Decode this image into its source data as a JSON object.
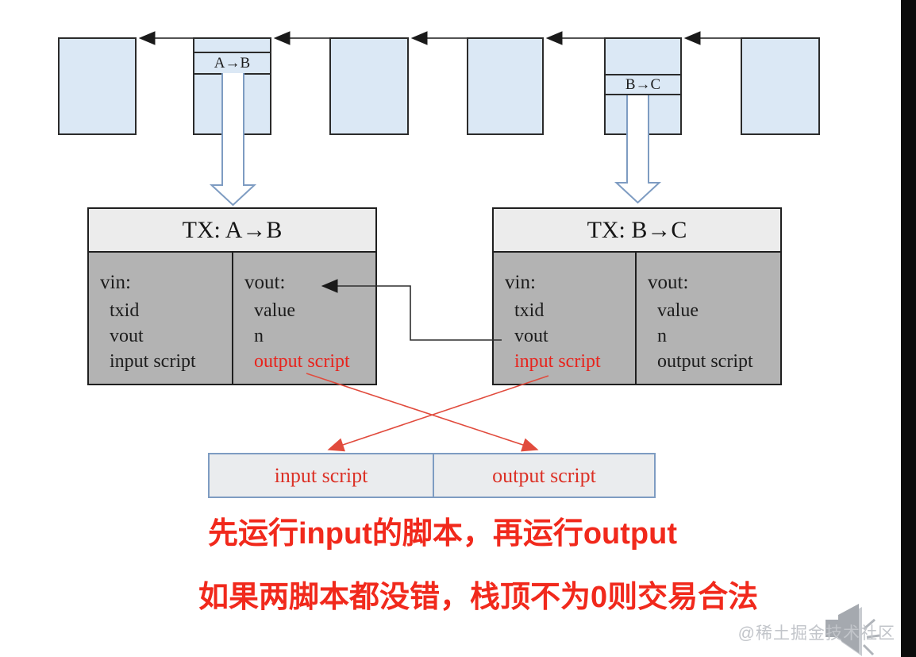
{
  "chain": {
    "block_ab_label": "A→B",
    "block_bc_label": "B→C"
  },
  "tx_left": {
    "title": "TX: A→B",
    "vin": {
      "label": "vin:",
      "items": [
        "txid",
        "vout",
        "input script"
      ]
    },
    "vout": {
      "label": "vout:",
      "items": [
        "value",
        "n",
        "output script"
      ]
    }
  },
  "tx_right": {
    "title": "TX: B→C",
    "vin": {
      "label": "vin:",
      "items": [
        "txid",
        "vout",
        "input script"
      ]
    },
    "vout": {
      "label": "vout:",
      "items": [
        "value",
        "n",
        "output script"
      ]
    }
  },
  "script_box": {
    "input_cell": "input script",
    "output_cell": "output script"
  },
  "captions": {
    "line1": "先运行input的脚本，再运行output",
    "line2": "如果两脚本都没错，栈顶不为0则交易合法"
  },
  "watermark": {
    "text": "@稀土掘金技术社区"
  },
  "colors": {
    "block_blue": "#dbe8f5",
    "title_gray": "#ececec",
    "body_gray": "#b3b3b3",
    "steel_blue": "#7e9cc2",
    "accent_red": "#e8231c",
    "caption_red": "#f1291c",
    "letterbox_black": "#0c0c0c"
  }
}
